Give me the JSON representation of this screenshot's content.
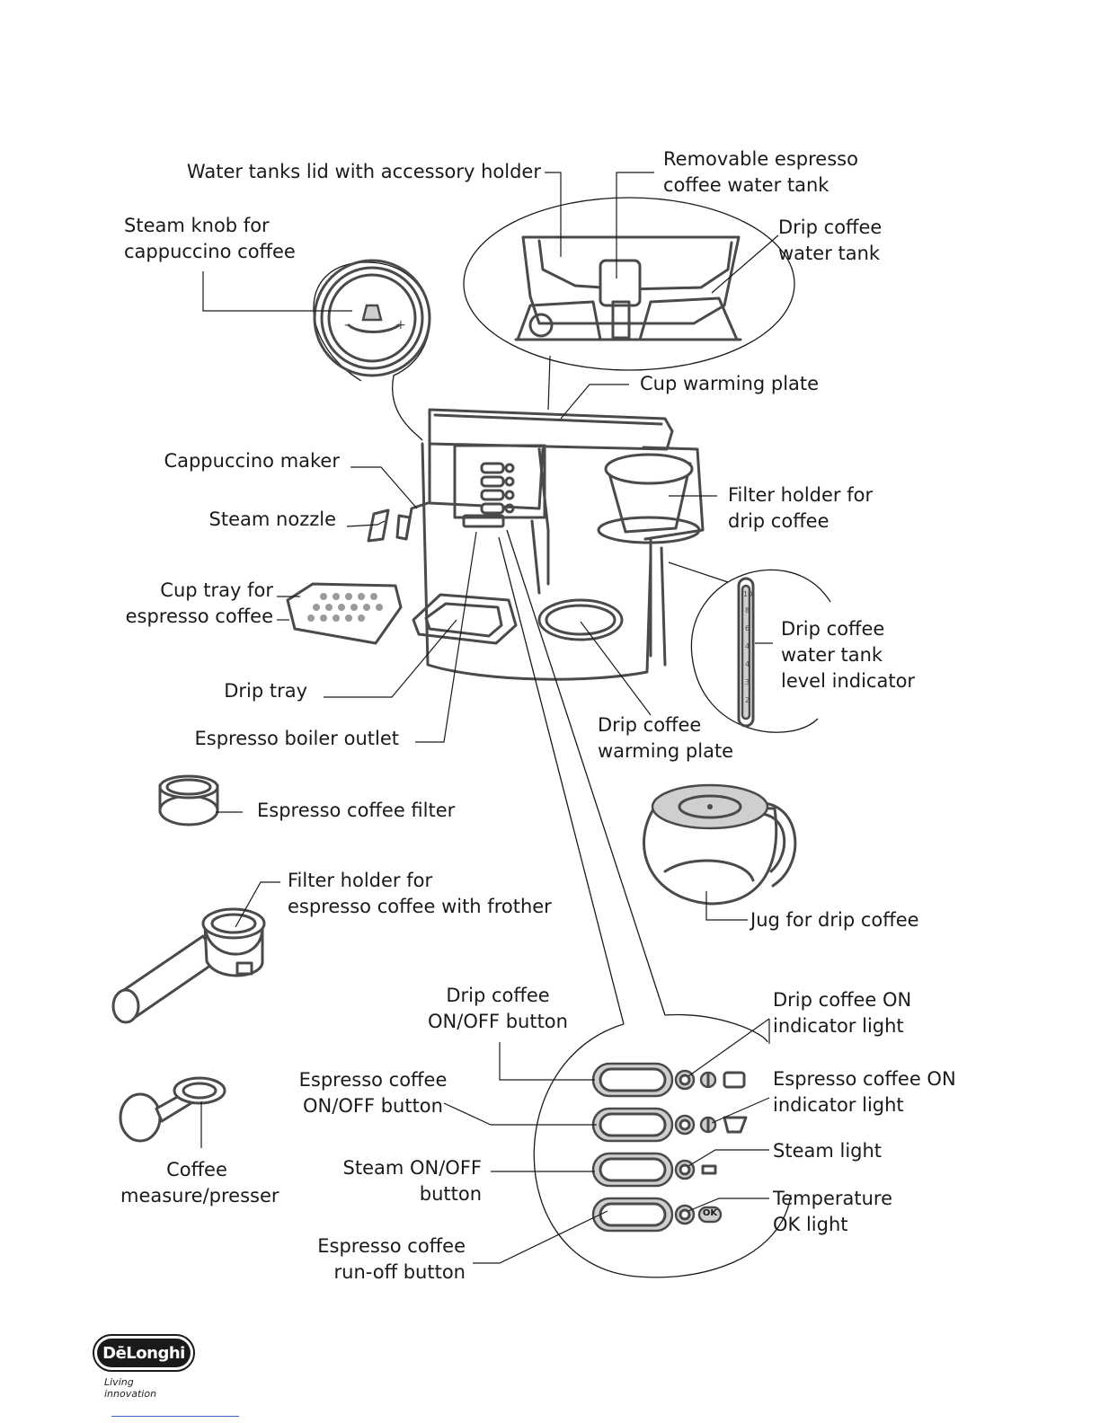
{
  "labels": {
    "water_tanks_lid": [
      "Water tanks lid with accessory holder"
    ],
    "removable_tank": [
      "Removable espresso",
      "coffee water tank"
    ],
    "steam_knob": [
      "Steam knob for",
      "cappuccino coffee"
    ],
    "drip_tank": [
      "Drip coffee",
      "water tank"
    ],
    "cup_warming": [
      "Cup warming plate"
    ],
    "cappuccino_maker": [
      "Cappuccino maker"
    ],
    "steam_nozzle": [
      "Steam nozzle"
    ],
    "filter_holder_drip": [
      "Filter holder for",
      "drip coffee"
    ],
    "cup_tray": [
      "Cup tray for",
      "espresso coffee"
    ],
    "level_indicator": [
      "Drip coffee",
      "water tank",
      "level indicator"
    ],
    "drip_tray": [
      "Drip tray"
    ],
    "drip_warming": [
      "Drip coffee",
      "warming plate"
    ],
    "boiler_outlet": [
      "Espresso boiler outlet"
    ],
    "espresso_filter": [
      "Espresso coffee filter"
    ],
    "filter_holder_espresso": [
      "Filter holder  for",
      "espresso coffee with frother"
    ],
    "jug": [
      "Jug for drip coffee"
    ],
    "drip_onoff": [
      "Drip coffee",
      "ON/OFF button"
    ],
    "drip_on_light": [
      "Drip coffee ON",
      "indicator light"
    ],
    "espresso_onoff": [
      "Espresso coffee",
      "ON/OFF button"
    ],
    "espresso_on_light": [
      "Espresso coffee ON",
      "indicator light"
    ],
    "measure": [
      "Coffee",
      "measure/presser"
    ],
    "steam_onoff": [
      "Steam ON/OFF",
      "button"
    ],
    "steam_light": [
      "Steam light"
    ],
    "temp_ok": [
      "Temperature",
      "OK light"
    ],
    "runoff": [
      "Espresso coffee",
      "run-off button"
    ]
  },
  "panel": {
    "ok_text": "OK"
  },
  "logo": {
    "brand": "DēLonghi",
    "tagline": "Living innovation"
  },
  "colors": {
    "ink": "#1a1a1a",
    "line_art": "#4a4a4a",
    "fill_grey": "#c9c9c9",
    "logo_bg": "#1a1a1a"
  }
}
